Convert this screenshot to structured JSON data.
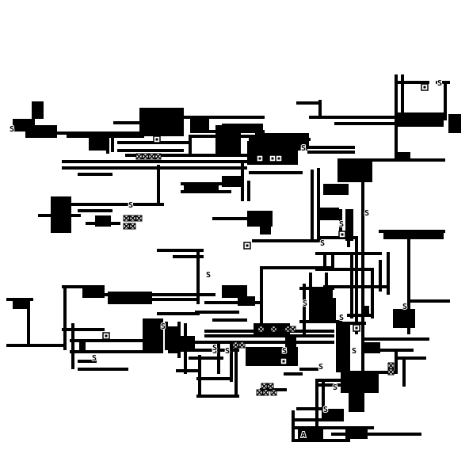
{
  "game": {
    "view": "roguelike-tile-map",
    "colors": {
      "background": "#ffffff",
      "wall": "#000000",
      "glyph": "#000000"
    },
    "markers": [
      {
        "name": "spawn-marker-1",
        "text": "S"
      },
      {
        "name": "spawn-marker-2",
        "text": "S"
      },
      {
        "name": "spawn-marker-3",
        "text": "S"
      },
      {
        "name": "spawn-marker-4",
        "text": "S"
      },
      {
        "name": "spawn-marker-5",
        "text": "S"
      },
      {
        "name": "spawn-marker-6",
        "text": "S"
      },
      {
        "name": "spawn-marker-7",
        "text": "S"
      },
      {
        "name": "spawn-marker-8",
        "text": "S"
      },
      {
        "name": "spawn-marker-9",
        "text": "S"
      },
      {
        "name": "spawn-marker-10",
        "text": "S"
      },
      {
        "name": "spawn-marker-11",
        "text": "S"
      },
      {
        "name": "spawn-marker-12",
        "text": "S"
      },
      {
        "name": "spawn-marker-13",
        "text": "S"
      },
      {
        "name": "spawn-marker-14",
        "text": "S"
      },
      {
        "name": "spawn-marker-15",
        "text": "S"
      },
      {
        "name": "spawn-marker-16",
        "text": "S"
      },
      {
        "name": "spawn-marker-17",
        "text": "S"
      },
      {
        "name": "spawn-marker-18",
        "text": "S"
      },
      {
        "name": "spawn-marker-19",
        "text": "S"
      },
      {
        "name": "spawn-marker-20",
        "text": "S"
      },
      {
        "name": "spawn-marker-21",
        "text": "S"
      },
      {
        "name": "player-marker",
        "text": "A"
      }
    ]
  }
}
